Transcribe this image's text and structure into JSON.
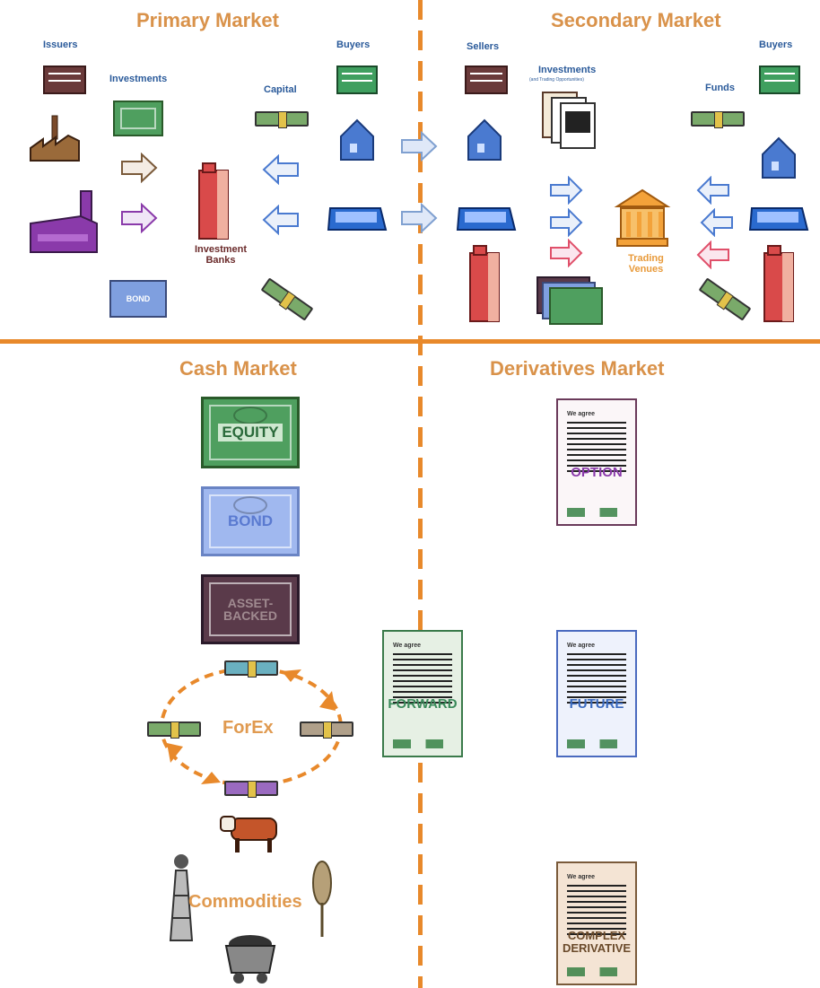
{
  "titles": {
    "primary": "Primary Market",
    "secondary": "Secondary Market",
    "cash": "Cash Market",
    "derivatives": "Derivatives Market"
  },
  "primary": {
    "issuers": "Issuers",
    "investments": "Investments",
    "capital": "Capital",
    "buyers": "Buyers",
    "investment_banks_1": "Investment",
    "investment_banks_2": "Banks",
    "bond_small": "BOND"
  },
  "secondary": {
    "sellers": "Sellers",
    "investments": "Investments",
    "investments_sub": "(and Trading Opportunities)",
    "funds": "Funds",
    "buyers": "Buyers",
    "venues_1": "Trading",
    "venues_2": "Venues"
  },
  "cash": {
    "equity": "EQUITY",
    "bond": "BOND",
    "asset_backed_1": "ASSET-",
    "asset_backed_2": "BACKED",
    "forex": "ForEx",
    "commodities": "Commodities"
  },
  "derivatives": {
    "we_agree": "We agree",
    "option": "OPTION",
    "forward": "FORWARD",
    "future": "FUTURE",
    "complex_1": "COMPLEX",
    "complex_2": "DERIVATIVE"
  },
  "colors": {
    "accent": "#e8892b",
    "title": "#d9924a",
    "label_blue": "#2a5a9a",
    "equity_green": "#3f8f4f",
    "bond_blue": "#7f9fdf",
    "abs_purple": "#5a3a4a",
    "option_purple": "#8a3aaa",
    "future_blue": "#3a6abf"
  },
  "icons": [
    "factory-icon",
    "castle-icon",
    "house-icon",
    "computer-terminal-icon",
    "cash-bundle-icon",
    "certificate-icon",
    "bank-building-icon",
    "cow-icon",
    "oil-derrick-icon",
    "wheat-icon",
    "mine-cart-icon",
    "contract-icon",
    "arrow-icon"
  ]
}
